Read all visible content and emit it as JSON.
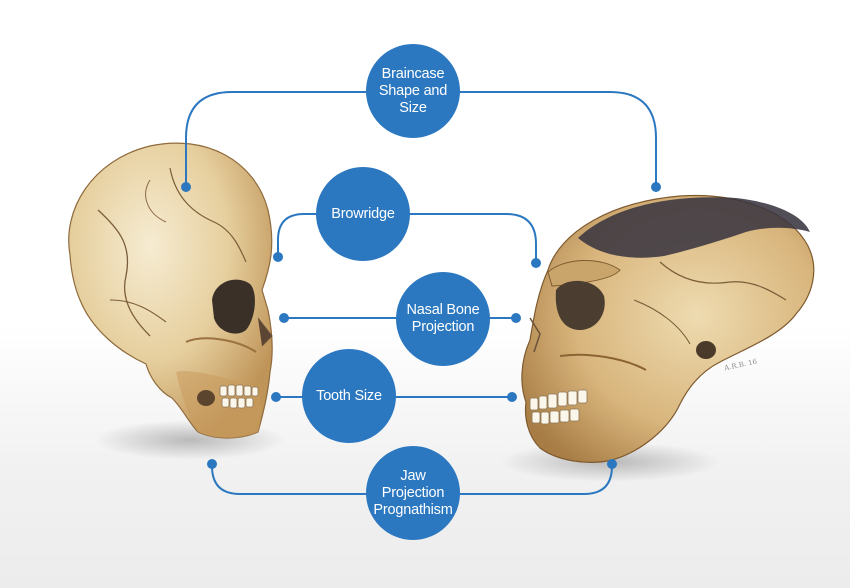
{
  "diagram": {
    "nodes": [
      {
        "id": "braincase",
        "lines": [
          "Braincase",
          "Shape and",
          "Size"
        ]
      },
      {
        "id": "browridge",
        "lines": [
          "Browridge"
        ]
      },
      {
        "id": "nasal",
        "lines": [
          "Nasal Bone",
          "Projection"
        ]
      },
      {
        "id": "tooth",
        "lines": [
          "Tooth Size"
        ]
      },
      {
        "id": "jaw",
        "lines": [
          "Jaw",
          "Projection",
          "Prognathism"
        ]
      }
    ],
    "signature": "A.R.B. 16"
  },
  "colors": {
    "node_fill": "#2b78c0",
    "connector": "#2b78c0",
    "bone_light": "#ecdcb8",
    "bone_mid": "#d7b77f",
    "bone_dark": "#a47a45",
    "dark_patch": "#3a3540"
  }
}
